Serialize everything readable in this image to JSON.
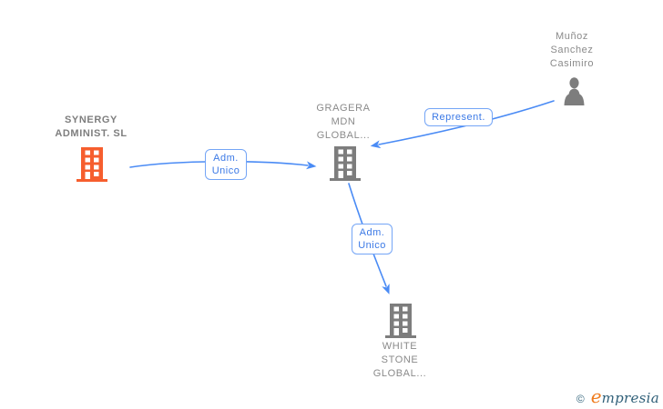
{
  "diagram": {
    "nodes": [
      {
        "id": "synergy",
        "type": "company",
        "label": "SYNERGY\nADMINIST. SL",
        "icon": "building-icon",
        "icon_color": "#f65e2e"
      },
      {
        "id": "gragera",
        "type": "company",
        "label": "GRAGERA\nMDN\nGLOBAL...",
        "icon": "building-icon",
        "icon_color": "#7d7d7d"
      },
      {
        "id": "munoz",
        "type": "person",
        "label": "Muñoz\nSanchez\nCasimiro",
        "icon": "person-icon",
        "icon_color": "#7d7d7d"
      },
      {
        "id": "whitestone",
        "type": "company",
        "label": "WHITE\nSTONE\nGLOBAL...",
        "icon": "building-icon",
        "icon_color": "#7d7d7d"
      }
    ],
    "edges": [
      {
        "from": "synergy",
        "to": "gragera",
        "label": "Adm.\nUnico"
      },
      {
        "from": "munoz",
        "to": "gragera",
        "label": "Represent."
      },
      {
        "from": "gragera",
        "to": "whitestone",
        "label": "Adm.\nUnico"
      }
    ]
  },
  "colors": {
    "edge_blue": "#4a8bf5",
    "label_border_blue": "#74a5f6",
    "label_text_blue": "#3b79e6",
    "node_text_gray": "#8a8a8a",
    "icon_gray": "#7d7d7d",
    "icon_orange": "#f65e2e",
    "logo_orange": "#ef7c1f",
    "logo_teal": "#2f5f78"
  },
  "footer": {
    "copyright": "©",
    "brand_first_letter": "e",
    "brand_rest": "mpresia"
  }
}
